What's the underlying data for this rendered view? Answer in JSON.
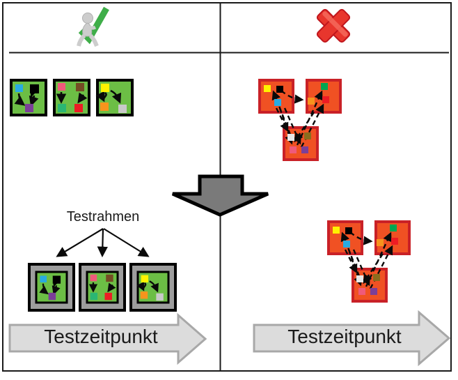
{
  "labels": {
    "testrahmen": "Testrahmen",
    "testzeitpunkt_left": "Testzeitpunkt",
    "testzeitpunkt_right": "Testzeitpunkt"
  },
  "icons": {
    "left_header": "person-with-green-checkmark",
    "right_header": "red-cross",
    "center": "big-down-arrow",
    "timeline": "right-pointing-arrow"
  },
  "colors": {
    "box_green": "#6cbe45",
    "box_red_fill": "#f05123",
    "box_red_border": "#c92127",
    "frame_gray": "#9d9d9d",
    "big_arrow_gray": "#7a7a7a",
    "timeline_arrow_fill": "#dcdcdc",
    "timeline_arrow_border": "#a8a8a8",
    "check_green": "#3fae49",
    "cross_red": "#e8362d",
    "cross_red_dark": "#c0151c",
    "figure_gray": "#cdcdcd",
    "square_blue": "#29abe2",
    "square_black": "#000000",
    "square_purple": "#7b3f98",
    "square_pink": "#ef5a7b",
    "square_brown": "#754c24",
    "square_teal": "#2bb673",
    "square_red": "#ed1c24",
    "square_yellow": "#fff200",
    "square_orange": "#f7941d",
    "square_gray": "#c9c9c9",
    "square_green": "#00a651",
    "square_white": "#e8e8e8",
    "square_olive": "#8a6d1e"
  }
}
